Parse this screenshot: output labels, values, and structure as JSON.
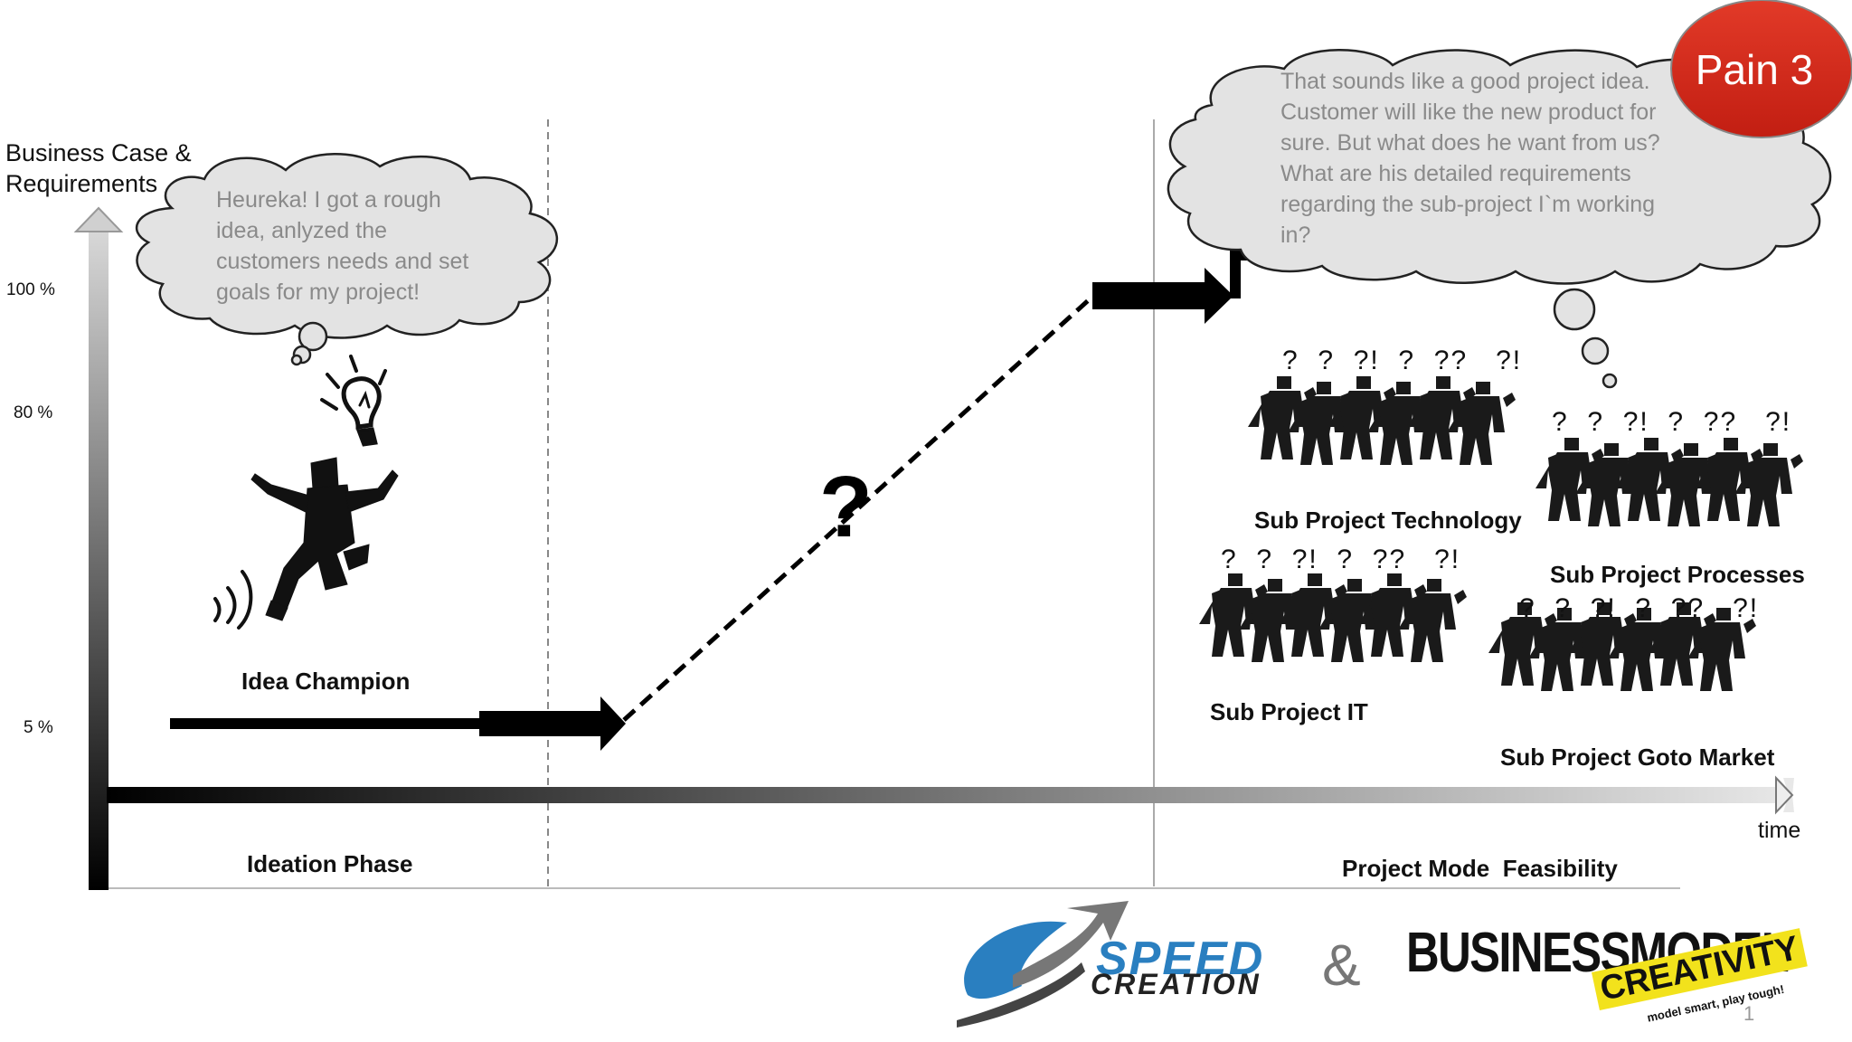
{
  "axis": {
    "y_title_line1": "Business Case &",
    "y_title_line2": "Requirements",
    "x_label": "time",
    "y_ticks": [
      "100 %",
      "80 %",
      "5 %"
    ]
  },
  "badge": {
    "label": "Pain 3",
    "color": "#d4291b"
  },
  "thought_left": {
    "lines": [
      "Heureka! I got a rough",
      "idea, anlyzed the",
      "customers needs and set",
      "goals for my project!"
    ]
  },
  "thought_right": {
    "lines": [
      "That sounds like a good project idea.",
      "Customer will like the new product for",
      "sure. But what does he want from us?",
      "What are his detailed requirements",
      "regarding the sub-project I`m working",
      "in?"
    ]
  },
  "figure_label": "Idea Champion",
  "question_mark": "?",
  "subprojects": [
    {
      "label": "Sub Project Technology",
      "marks": "?  ?  ?!  ?  ??   ?!"
    },
    {
      "label": "Sub Project Processes",
      "marks": "?  ?  ?!  ?  ??   ?!"
    },
    {
      "label": "Sub Project IT",
      "marks": "?  ?  ?!  ?  ??   ?!"
    },
    {
      "label": "Sub Project Goto Market",
      "marks": "?  ?  ?!  ?  ??   ?!"
    }
  ],
  "phases": {
    "ideation": "Ideation Phase",
    "project": "Project Mode  Feasibility"
  },
  "logos": {
    "speed": "SPEED",
    "creation": "CREATION",
    "amp": "&",
    "bm": "BUSINESSMODEL",
    "cr": "CREATIVITY",
    "tagline": "model smart, play tough!"
  },
  "page_number": "1",
  "colors": {
    "accent_blue": "#2a7fc0",
    "thought_text": "#8a8a8a"
  }
}
